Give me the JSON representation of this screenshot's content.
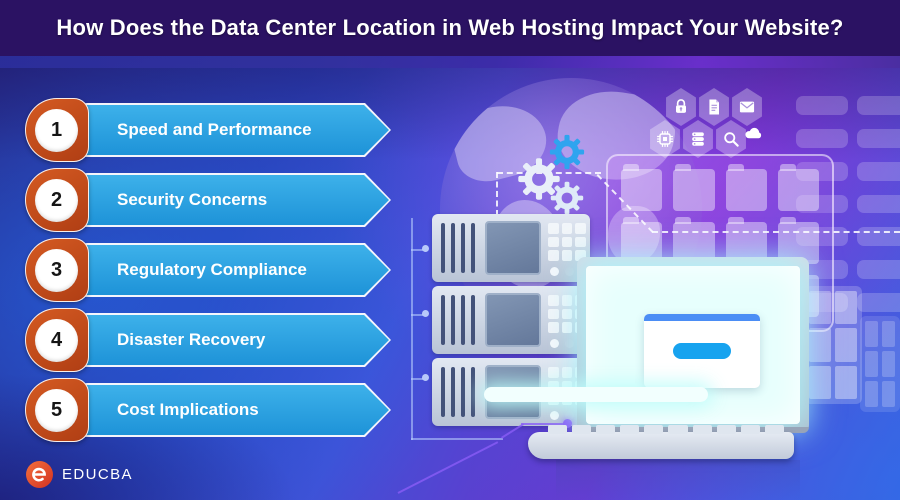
{
  "header": {
    "title": "How Does the Data Center Location in Web Hosting Impact Your Website?"
  },
  "list": {
    "items": [
      {
        "number": "1",
        "label": "Speed and Performance"
      },
      {
        "number": "2",
        "label": "Security Concerns"
      },
      {
        "number": "3",
        "label": "Regulatory Compliance"
      },
      {
        "number": "4",
        "label": "Disaster Recovery"
      },
      {
        "number": "5",
        "label": "Cost Implications"
      }
    ]
  },
  "footer": {
    "brand": "EDUCBA",
    "logo_letter": "e"
  },
  "illustration": {
    "hex_icons": [
      "lock",
      "document",
      "mail",
      "chip",
      "database",
      "search",
      "cloud"
    ],
    "elements": [
      "globe",
      "gears",
      "server-rack",
      "folder-grid",
      "monitor",
      "browser-card",
      "keyboard",
      "circuit-lines"
    ]
  },
  "colors": {
    "header_bg": "#2b1263",
    "banner_blue": "#2aa3e3",
    "badge_orange": "#c24a1b",
    "number_circle": "#ffffff",
    "screen_glow": "#e7fffd",
    "card_bar_blue": "#4b8df5",
    "card_pill_blue": "#17a3ef",
    "background_purple": "#6c35cc",
    "background_blue": "#2b3bb2",
    "logo_orange": "#e8542c"
  }
}
